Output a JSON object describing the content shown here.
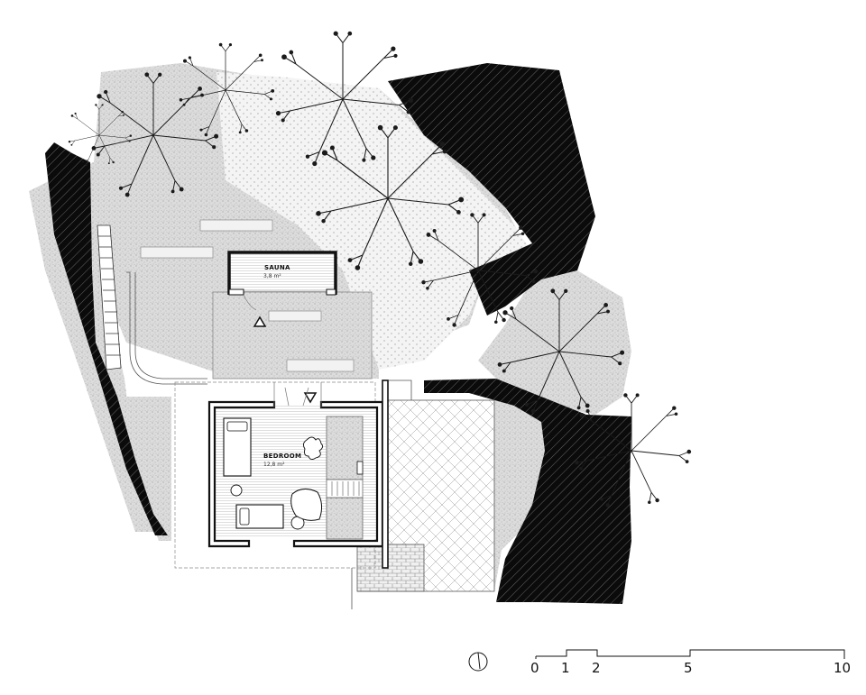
{
  "rooms": {
    "sauna": {
      "label": "SAUNA",
      "area": "3,8 m²"
    },
    "bedroom": {
      "label": "BEDROOM",
      "area": "12,8 m²"
    }
  },
  "scale_bar": {
    "labels": [
      "0",
      "1",
      "2",
      "5",
      "10"
    ]
  },
  "colors": {
    "ink": "#111111",
    "rock": "#0b0b0b",
    "terrain": "#d4d4d4",
    "paper": "#ffffff"
  },
  "icons": {
    "north": "north-arrow-icon",
    "entrance": "entrance-triangle-icon"
  }
}
